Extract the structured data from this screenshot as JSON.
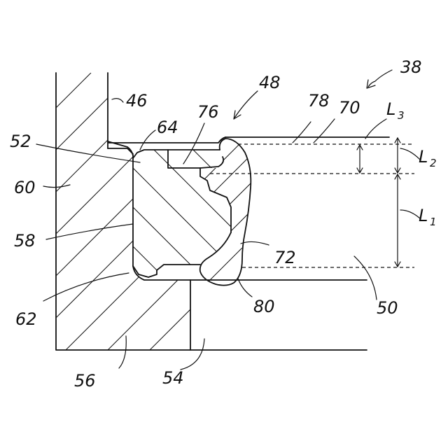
{
  "figure": {
    "labels": {
      "l38": "38",
      "l46": "46",
      "l48": "48",
      "l50": "50",
      "l52": "52",
      "l54": "54",
      "l56": "56",
      "l58": "58",
      "l60": "60",
      "l62": "62",
      "l64": "64",
      "l70": "70",
      "l72": "72",
      "l76": "76",
      "l78": "78",
      "l80": "80"
    },
    "dimensions": {
      "L1": {
        "letter": "L",
        "sub": "1"
      },
      "L2": {
        "letter": "L",
        "sub": "2"
      },
      "L3": {
        "letter": "L",
        "sub": "3"
      }
    }
  }
}
